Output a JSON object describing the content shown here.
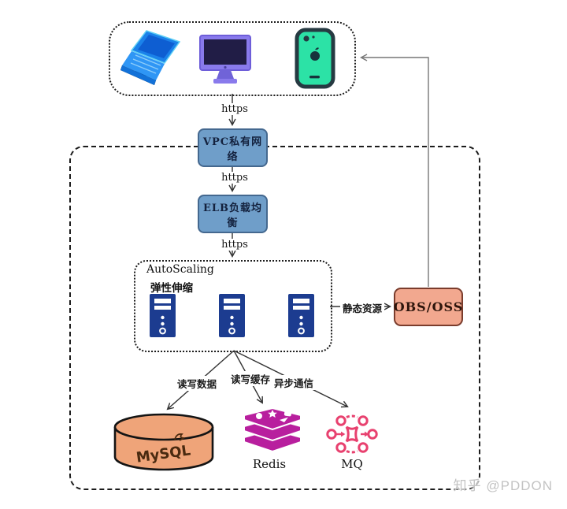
{
  "client_zone": {
    "devices": [
      {
        "name": "laptop"
      },
      {
        "name": "desktop-monitor"
      },
      {
        "name": "smartphone"
      }
    ]
  },
  "nodes": {
    "vpc": {
      "label": "VPC私有网络",
      "fill": "#6f9ec9"
    },
    "elb": {
      "label": "ELB负载均衡",
      "fill": "#6f9ec9"
    },
    "autoscaling": {
      "title": "AutoScaling",
      "subtitle": "弹性伸缩",
      "server_count": 3
    },
    "obs": {
      "label": "OBS/OSS",
      "fill": "#f2a88f"
    },
    "mysql": {
      "label": "MySQL",
      "fill": "#efa479"
    },
    "redis": {
      "label": "Redis",
      "color": "#b81f9e"
    },
    "mq": {
      "label": "MQ",
      "color": "#e8416f"
    }
  },
  "edges": {
    "client_to_vpc": "https",
    "vpc_to_elb": "https",
    "elb_to_as": "https",
    "as_to_obs": "静态资源",
    "as_to_mysql": "读写数据",
    "as_to_redis": "读写缓存",
    "as_to_mq": "异步通信"
  },
  "watermark": {
    "text": "知乎 @PDDON"
  }
}
